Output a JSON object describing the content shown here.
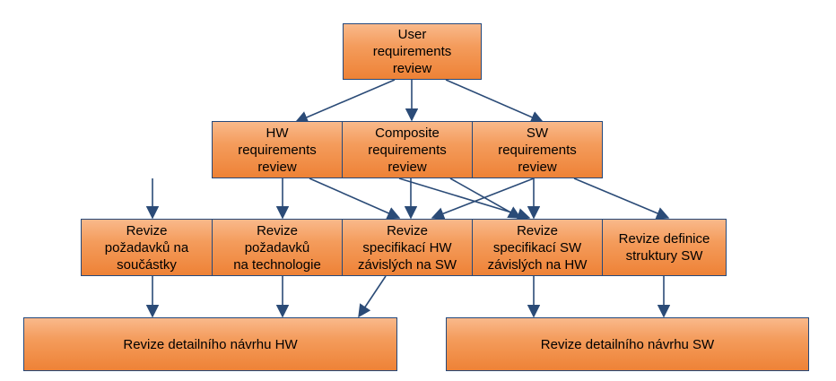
{
  "colors": {
    "box_fill_top": "#f9b98b",
    "box_fill_bottom": "#ee8236",
    "border": "#24497c",
    "arrow": "#2b4b77"
  },
  "nodes": {
    "user_req": "User\nrequirements\nreview",
    "hw_req": "HW\nrequirements\nreview",
    "comp_req": "Composite\nrequirements\nreview",
    "sw_req": "SW\nrequirements\nreview",
    "rev_soucastky": "Revize\npožadavků na\nsoučástky",
    "rev_technologie": "Revize\npožadavků\nna technologie",
    "rev_spec_hw": "Revize\nspecifikací HW\nzávislých na SW",
    "rev_spec_sw": "Revize\nspecifikací SW\nzávislých na HW",
    "rev_definice": "Revize definice\nstruktury SW",
    "rev_navrh_hw": "Revize detailního návrhu HW",
    "rev_navrh_sw": "Revize detailního návrhu SW"
  },
  "edges": [
    [
      "user_req",
      "hw_req"
    ],
    [
      "user_req",
      "comp_req"
    ],
    [
      "user_req",
      "sw_req"
    ],
    [
      "hw_req",
      "rev_soucastky"
    ],
    [
      "hw_req",
      "rev_technologie"
    ],
    [
      "hw_req",
      "rev_spec_hw"
    ],
    [
      "hw_req",
      "rev_spec_sw"
    ],
    [
      "comp_req",
      "rev_spec_hw"
    ],
    [
      "comp_req",
      "rev_spec_sw"
    ],
    [
      "sw_req",
      "rev_spec_hw"
    ],
    [
      "sw_req",
      "rev_spec_sw"
    ],
    [
      "sw_req",
      "rev_definice"
    ],
    [
      "rev_soucastky",
      "rev_navrh_hw"
    ],
    [
      "rev_technologie",
      "rev_navrh_hw"
    ],
    [
      "rev_spec_hw",
      "rev_navrh_hw"
    ],
    [
      "rev_spec_sw",
      "rev_navrh_sw"
    ],
    [
      "rev_definice",
      "rev_navrh_sw"
    ]
  ]
}
